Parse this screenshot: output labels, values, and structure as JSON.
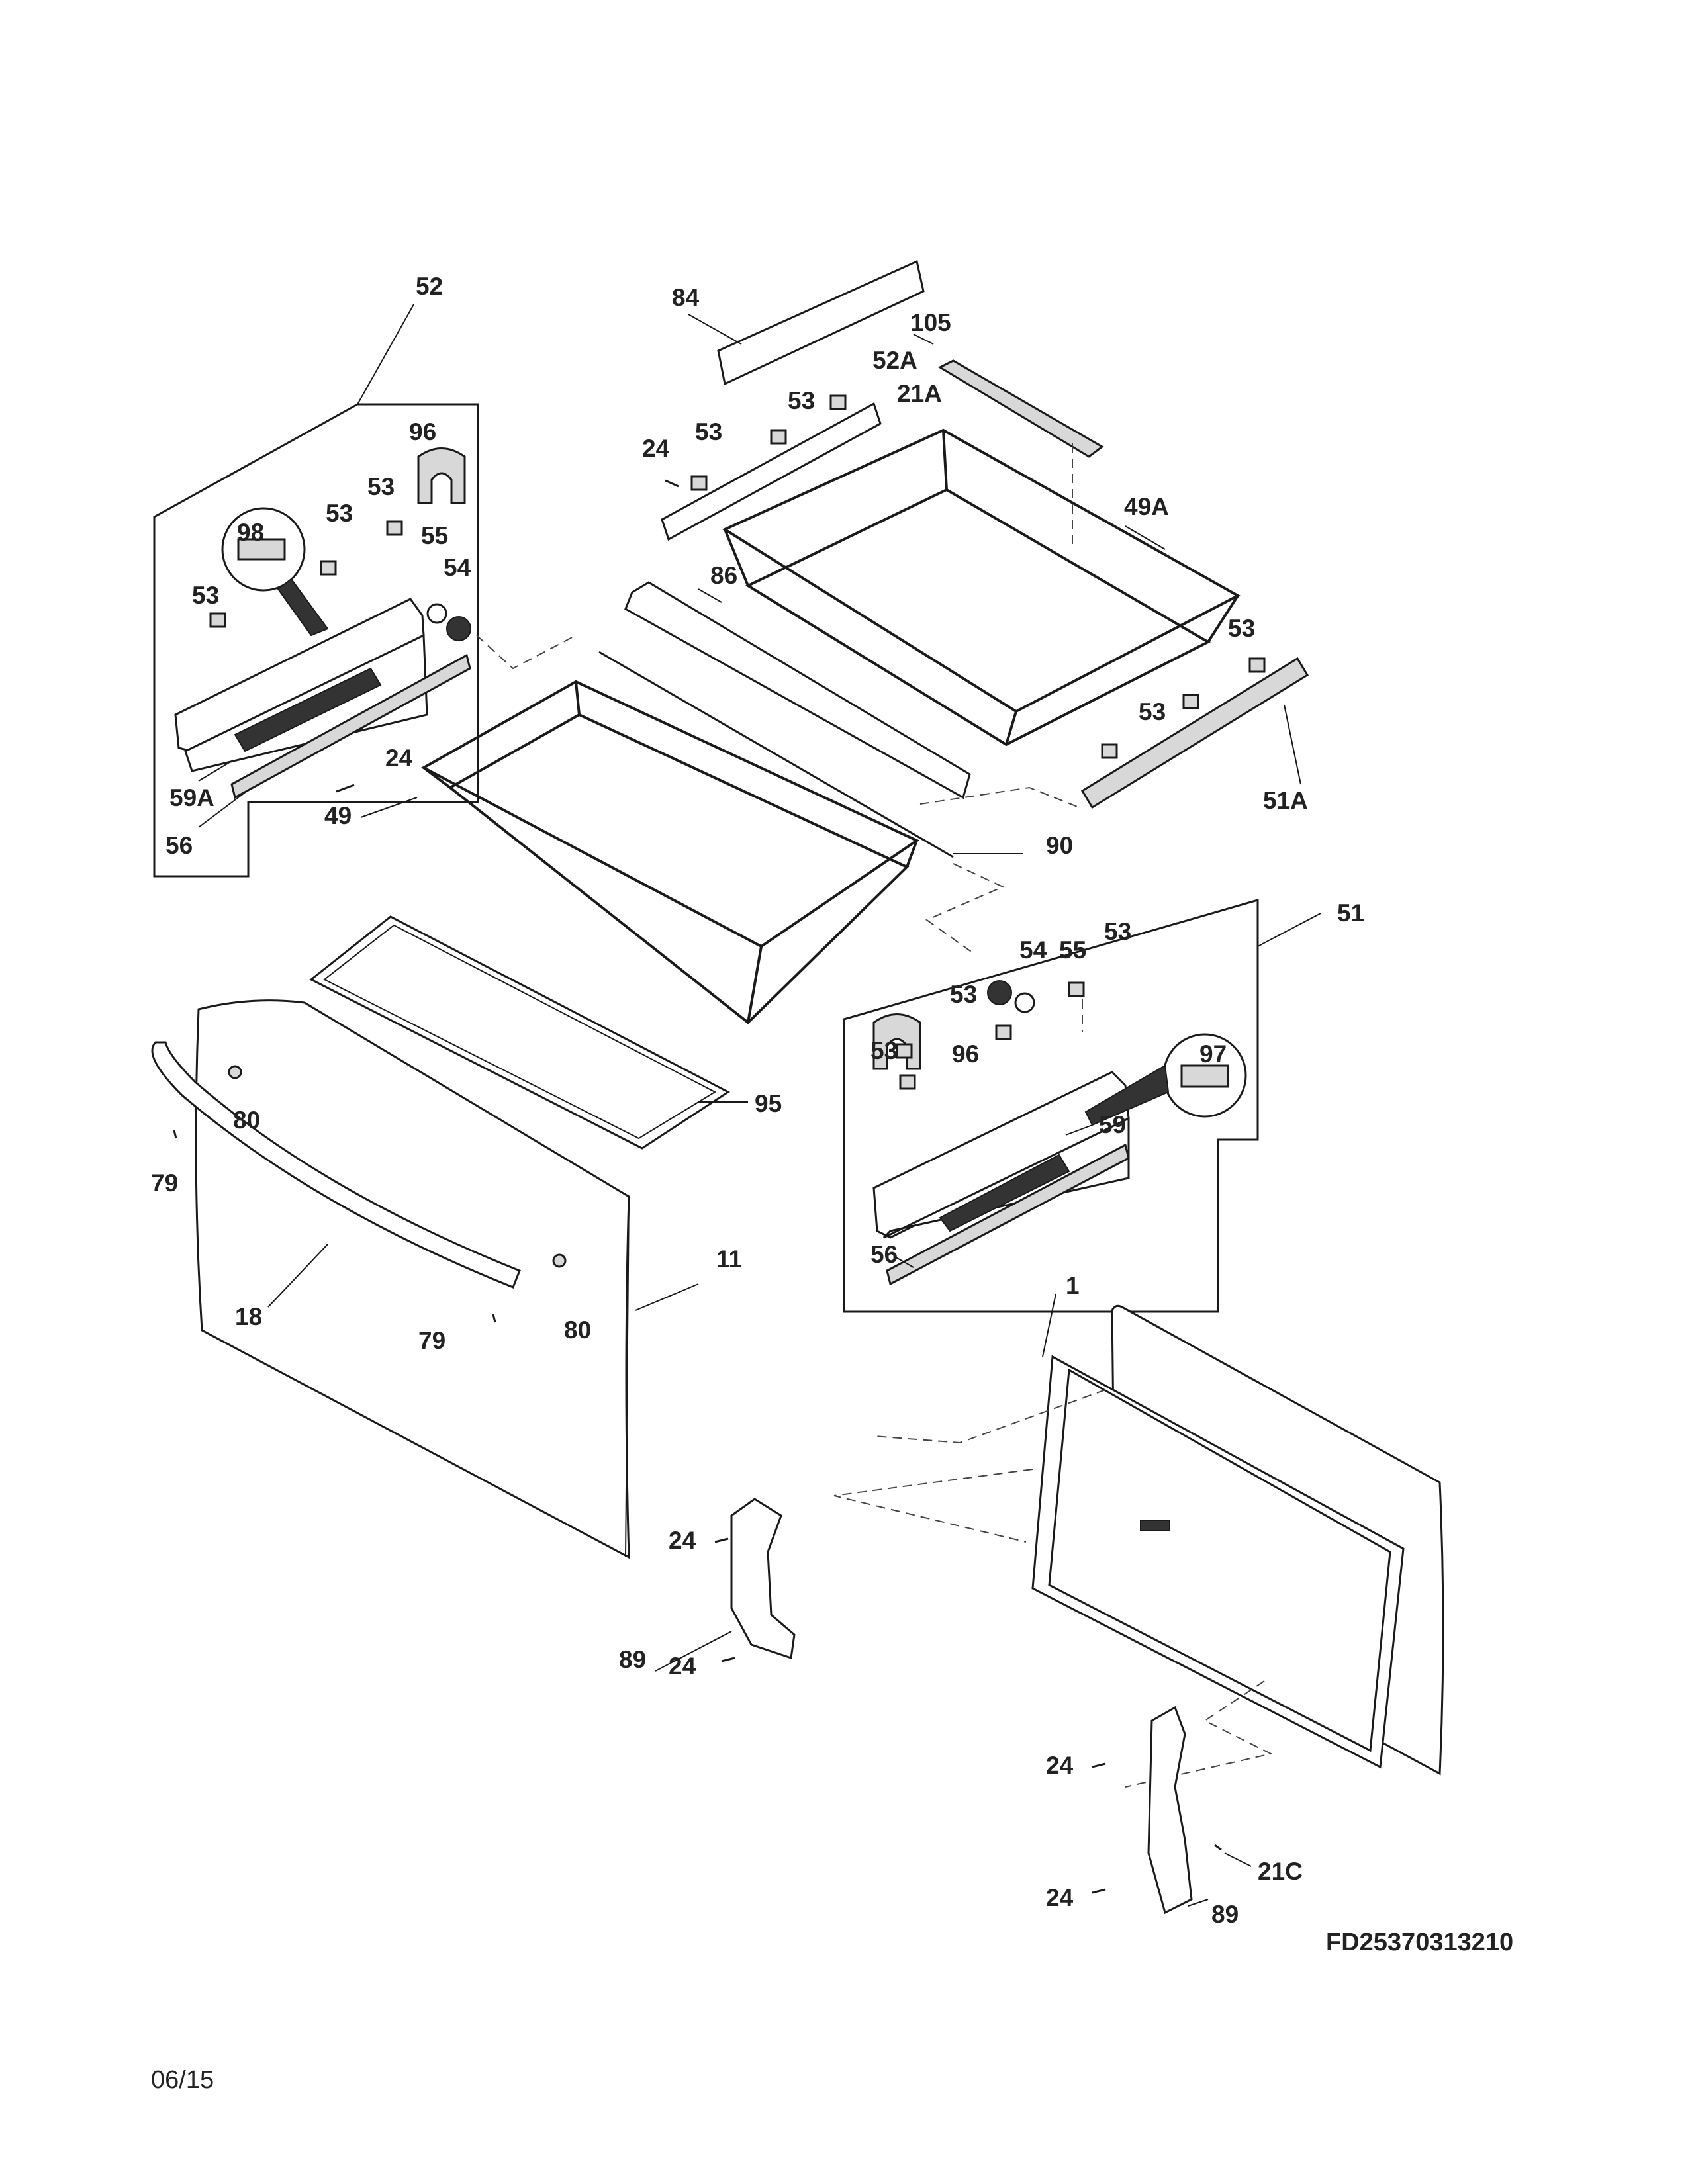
{
  "diagram": {
    "code": "FD25370313210",
    "date": "06/15",
    "callouts": {
      "c52": "52",
      "c96a": "96",
      "c98": "98",
      "c53a": "53",
      "c53b": "53",
      "c53c": "53",
      "c55a": "55",
      "c54a": "54",
      "c59a": "59A",
      "c56a": "56",
      "c24a": "24",
      "c49": "49",
      "c84": "84",
      "c105": "105",
      "c52a": "52A",
      "c21a": "21A",
      "c53d": "53",
      "c53e": "53",
      "c24b": "24",
      "c49a": "49A",
      "c86": "86",
      "c53f": "53",
      "c53g": "53",
      "c51a": "51A",
      "c90": "90",
      "c51": "51",
      "c54b": "54",
      "c55b": "55",
      "c53h": "53",
      "c53i": "53",
      "c53j": "53",
      "c96b": "96",
      "c97": "97",
      "c59": "59",
      "c56b": "56",
      "c95": "95",
      "c80a": "80",
      "c79a": "79",
      "c18": "18",
      "c79b": "79",
      "c80b": "80",
      "c11": "11",
      "c1": "1",
      "c24c": "24",
      "c89a": "89",
      "c24d": "24",
      "c24e": "24",
      "c24f": "24",
      "c21c": "21C",
      "c89b": "89"
    }
  }
}
